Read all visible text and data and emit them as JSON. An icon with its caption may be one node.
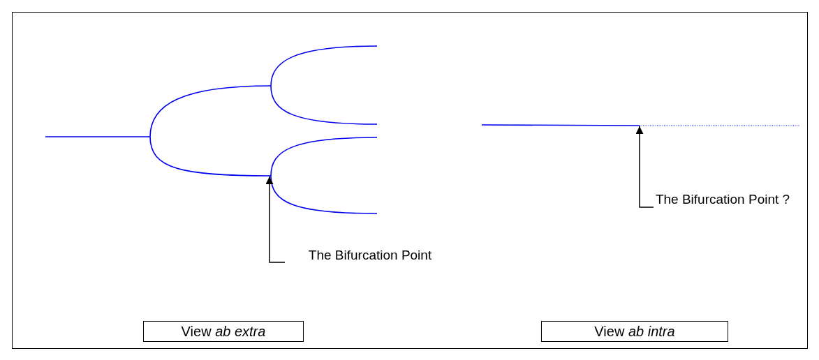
{
  "diagram": {
    "nodes": [
      {
        "text": [
          "The Bifurcation Point"
        ]
      },
      {
        "text": [
          "The Bifurcation Point ?"
        ]
      },
      {
        "text": [
          "View *ab extra*"
        ]
      },
      {
        "text": [
          "View *ab intra*"
        ]
      }
    ],
    "edges": [
      {
        "from": 0,
        "to": null,
        "arrow": "to"
      },
      {
        "from": 1,
        "to": null,
        "arrow": "to"
      }
    ]
  }
}
